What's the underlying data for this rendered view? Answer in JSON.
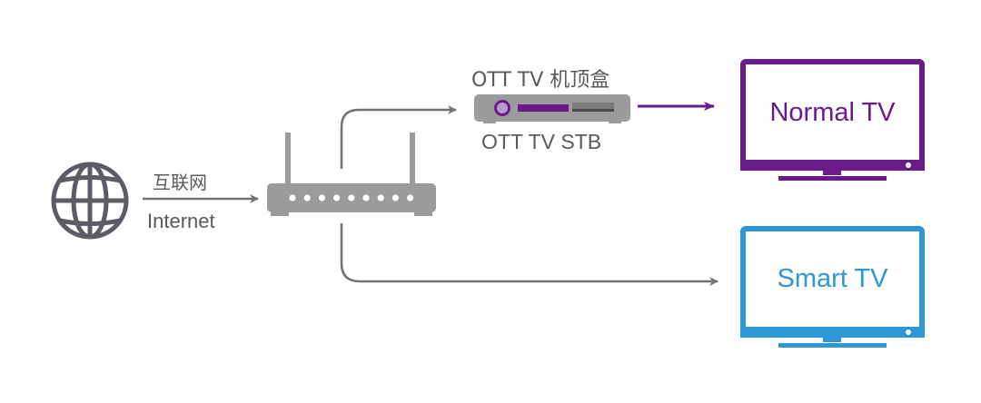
{
  "colors": {
    "gray_device": "#9b9b9b",
    "gray_icon": "#5b5c66",
    "gray_line": "#727272",
    "purple": "#6a1b8a",
    "purple_light": "#b79ad0",
    "blue": "#2e98d6",
    "text_gray": "#5a5a5a"
  },
  "nodes": {
    "internet": {
      "icon": "globe-icon",
      "label_cn": "互联网",
      "label_en": "Internet"
    },
    "router": {
      "icon": "router-icon",
      "port_count": 9
    },
    "stb": {
      "icon": "set-top-box-icon",
      "label_top": "OTT TV 机顶盒",
      "label_bottom": "OTT TV STB"
    },
    "normal_tv": {
      "icon": "tv-icon",
      "label": "Normal TV",
      "color": "#6a1b8a"
    },
    "smart_tv": {
      "icon": "tv-icon",
      "label": "Smart TV",
      "color": "#2e98d6"
    }
  },
  "edges": [
    {
      "from": "internet",
      "to": "router"
    },
    {
      "from": "router",
      "to": "stb"
    },
    {
      "from": "stb",
      "to": "normal_tv"
    },
    {
      "from": "router",
      "to": "smart_tv"
    }
  ]
}
